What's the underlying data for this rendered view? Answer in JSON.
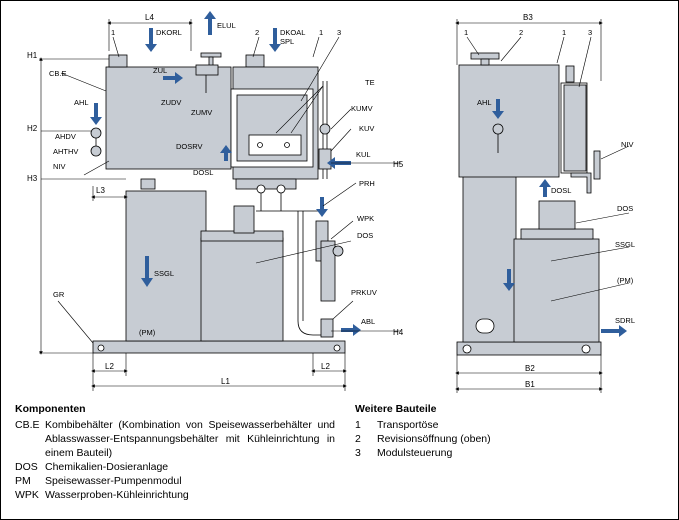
{
  "front_labels": {
    "L4": "L4",
    "n1": "1",
    "DKORL": "DKORL",
    "ELUL": "ELUL",
    "n2": "2",
    "DKOAL": "DKOAL",
    "SPL": "SPL",
    "n1b": "1",
    "n3": "3",
    "H1": "H1",
    "CBE": "CB.E",
    "ZUL": "ZUL",
    "TE": "TE",
    "AHL": "AHL",
    "ZUDV": "ZUDV",
    "KUMV": "KUMV",
    "ZUMV": "ZUMV",
    "H2": "H2",
    "AHDV": "AHDV",
    "KUV": "KUV",
    "AHTHV": "AHTHV",
    "DOSRV": "DOSRV",
    "KUL": "KUL",
    "NIV": "NIV",
    "H5": "H5",
    "H3": "H3",
    "DOSL": "DOSL",
    "L3": "L3",
    "PRH": "PRH",
    "WPK": "WPK",
    "DOS": "DOS",
    "SSGL": "SSGL",
    "GR": "GR",
    "PRKUV": "PRKUV",
    "PM": "(PM)",
    "ABL": "ABL",
    "H4": "H4",
    "L2a": "L2",
    "L2b": "L2",
    "L1": "L1"
  },
  "side_labels": {
    "B3": "B3",
    "n1": "1",
    "n2": "2",
    "n1b": "1",
    "n3": "3",
    "AHL": "AHL",
    "NIV": "NIV",
    "DOSL": "DOSL",
    "DOS": "DOS",
    "SSGL": "SSGL",
    "PM": "(PM)",
    "SDRL": "SDRL",
    "B2": "B2",
    "B1": "B1"
  },
  "legend": {
    "title": "Komponenten",
    "items": [
      {
        "abbr": "CB.E",
        "text": "Kombibehälter (Kombination von Speisewasserbehälter und Ablasswasser-Entspannungsbehälter mit Kühleinrichtung in einem Bauteil)"
      },
      {
        "abbr": "DOS",
        "text": "Chemikalien-Dosieranlage"
      },
      {
        "abbr": "PM",
        "text": "Speisewasser-Pumpenmodul"
      },
      {
        "abbr": "WPK",
        "text": "Wasserproben-Kühleinrichtung"
      }
    ]
  },
  "legend2": {
    "title": "Weitere Bauteile",
    "items": [
      {
        "abbr": "1",
        "text": "Transportöse"
      },
      {
        "abbr": "2",
        "text": "Revisionsöffnung (oben)"
      },
      {
        "abbr": "3",
        "text": "Modulsteuerung"
      }
    ]
  },
  "colors": {
    "fill": "#c7ccd3",
    "arrow": "#2f5e9c",
    "line": "#000000"
  }
}
